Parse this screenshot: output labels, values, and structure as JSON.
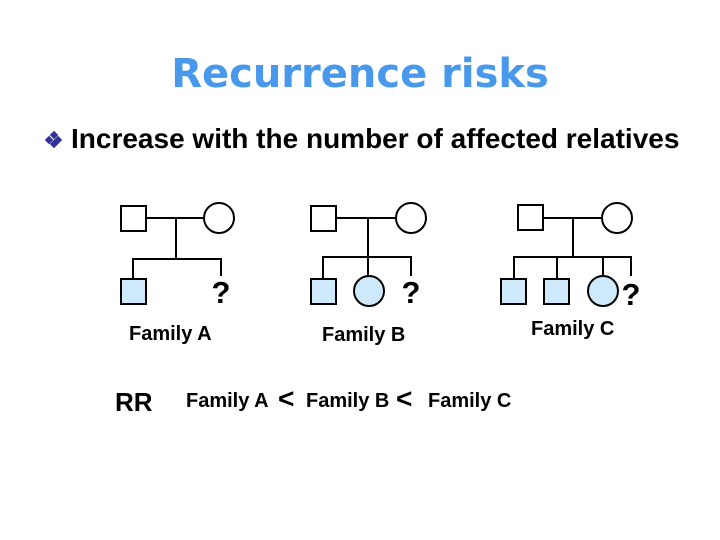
{
  "slide_title": "Recurrence risks",
  "bullet": {
    "icon": "four-diamond-bullet",
    "text": "Increase with the number of affected relatives"
  },
  "families": [
    {
      "label": "Family A",
      "question_mark": "?",
      "parents": [
        "unaffected-father-square",
        "unaffected-mother-circle"
      ],
      "affected_children": [
        "affected-son-square"
      ],
      "unknown_next_child": "?"
    },
    {
      "label": "Family B",
      "question_mark": "?",
      "parents": [
        "unaffected-father-square",
        "unaffected-mother-circle"
      ],
      "affected_children": [
        "affected-son-square",
        "affected-daughter-circle"
      ],
      "unknown_next_child": "?"
    },
    {
      "label": "Family C",
      "question_mark": "?",
      "parents": [
        "unaffected-father-square",
        "unaffected-mother-circle"
      ],
      "affected_children": [
        "affected-son-square",
        "affected-son-square",
        "affected-daughter-circle"
      ],
      "unknown_next_child": "?"
    }
  ],
  "formula": {
    "lhs": "RR",
    "term_a": "Family A",
    "lt1": "<",
    "term_b": "Family B",
    "lt2": "<",
    "term_c": "Family C"
  },
  "colors": {
    "title_blue": "#4899ec",
    "affected_fill": "#cee9fa",
    "bullet_diamond": "#333399",
    "text": "#000000",
    "background": "#ffffff"
  }
}
